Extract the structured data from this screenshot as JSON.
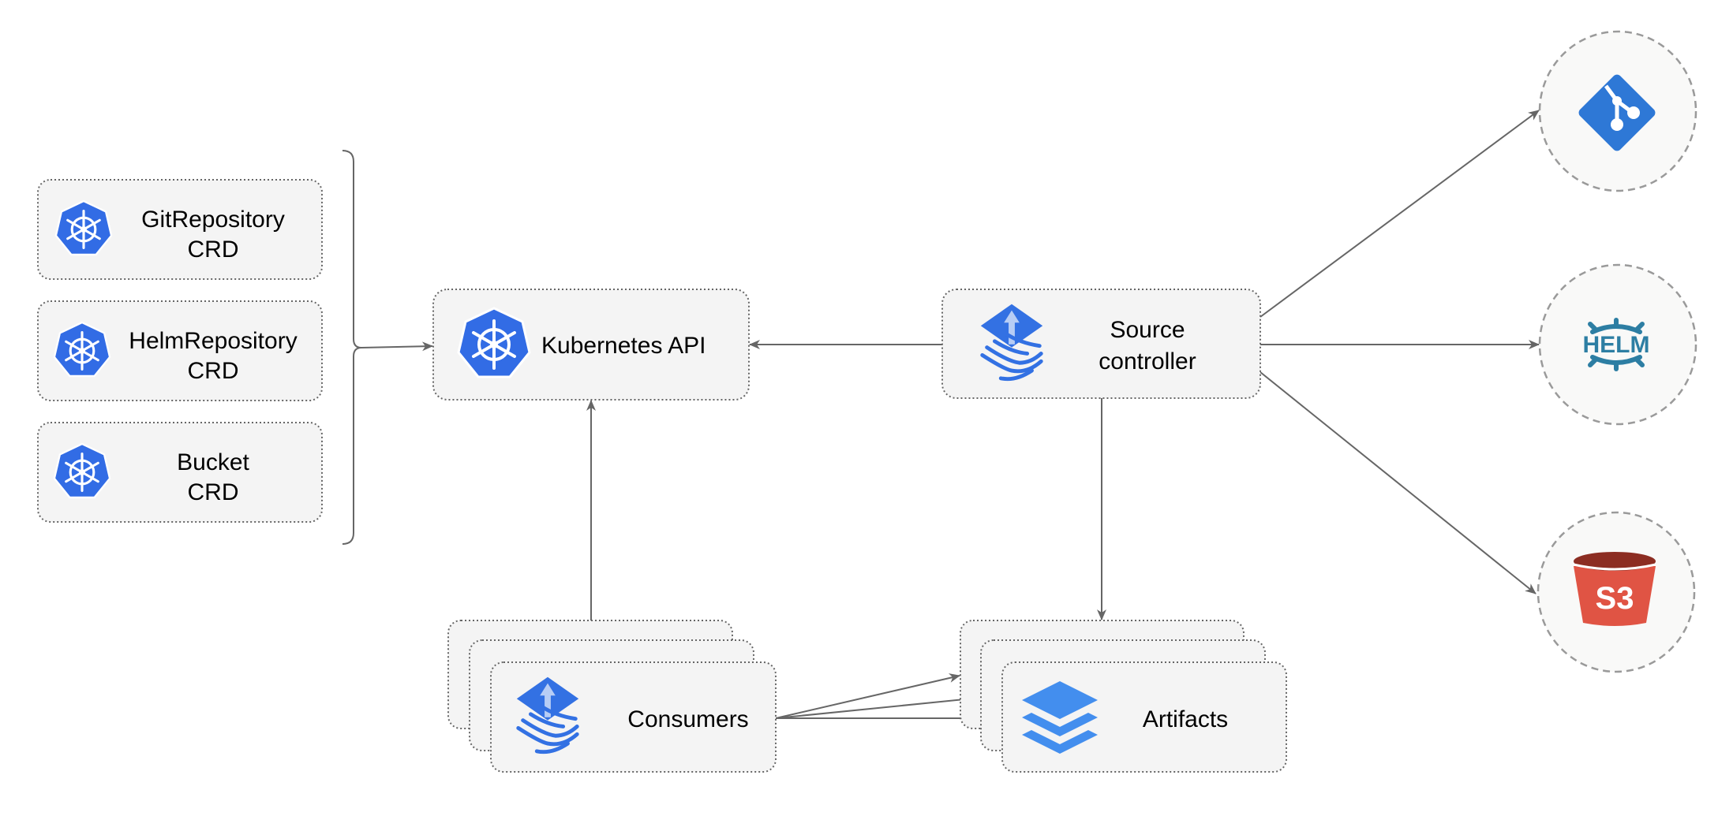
{
  "crds": [
    {
      "line1": "GitRepository",
      "line2": "CRD"
    },
    {
      "line1": "HelmRepository",
      "line2": "CRD"
    },
    {
      "line1": "Bucket",
      "line2": "CRD"
    }
  ],
  "kubernetes_api": {
    "label": "Kubernetes API",
    "icon": "kubernetes-icon"
  },
  "source_controller": {
    "line1": "Source",
    "line2": "controller",
    "icon": "flux-icon"
  },
  "consumers": {
    "label": "Consumers",
    "icon": "flux-icon"
  },
  "artifacts": {
    "label": "Artifacts",
    "icon": "layers-icon"
  },
  "sources": [
    {
      "icon": "git-icon",
      "color": "#2e78d6"
    },
    {
      "icon": "helm-icon",
      "label": "HELM",
      "color": "#2d7ea3"
    },
    {
      "icon": "s3-bucket-icon",
      "label": "S3",
      "color": "#e05444"
    }
  ],
  "colors": {
    "kubernetes": "#326ce5",
    "flux": "#3371e3",
    "layers": "#438eee",
    "edge": "#666666",
    "node_fill": "#f4f4f4"
  }
}
